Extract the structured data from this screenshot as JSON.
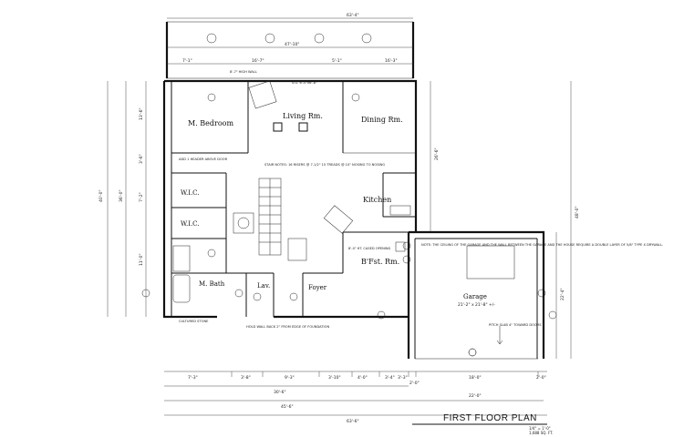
{
  "title": {
    "main": "FIRST FLOOR PLAN",
    "scale": "1/4\" = 1'-0\"",
    "area": "1,688 SQ. FT."
  },
  "rooms": {
    "bedroom": "M. Bedroom",
    "living": "Living Rm.",
    "dining": "Dining Rm.",
    "kitchen": "Kitchen",
    "wic1": "W.I.C.",
    "wic2": "W.I.C.",
    "bfst": "B'Fst. Rm.",
    "bath": "M. Bath",
    "lav": "Lav.",
    "foyer": "Foyer",
    "garage": "Garage",
    "garage_size": "21'-2\" x 21'-8\" +/-"
  },
  "dims": {
    "top_total": "63'-4\"",
    "top_sub": "47'-10\"",
    "top_segments": [
      "7'-1\"",
      "16'-7\"",
      "5'-1\"",
      "16'-3\""
    ],
    "bottom_segments": [
      "7'-3\"",
      "3'-8\"",
      "9'-3\"",
      "3'-10\"",
      "4'-0\"",
      "3'-4\"",
      "3'-3\"",
      "2'-0\"",
      "18'-0\"",
      "2'-0\""
    ],
    "bottom_mid": [
      "30'-6\"",
      "22'-0\""
    ],
    "bottom_sub": "45'-6\"",
    "bottom_total": "63'-6\"",
    "left_total": "40'-0\"",
    "left_sub": "36'-0\"",
    "right_total": "48'-0\"",
    "right_sub": "26'-6\"",
    "right_garage": "22'-4\"",
    "left_segments": [
      "13'-6\"",
      "3'-6\"",
      "7'-2\"",
      "11'-0\""
    ]
  },
  "notes": {
    "stair": "STAIR NOTES: 16 RISERS @ 7-1/2\" 15 TREADS @ 10\" NOSING TO NOSING",
    "garage_note": "NOTE: THE CEILING OF THE GARAGE AND THE WALL BETWEEN THE GARAGE AND THE HOUSE REQUIRE A DOUBLE LAYER OF 5/8\" TYPE X DRYWALL.",
    "high_wall": "8'-7\" HIGH WALL",
    "sgd_top": "S.G. 6'-0\"x6'-8\"",
    "pitch": "PITCH SLAB 4\" TOWARD DOORS",
    "cultured": "CULTURED STONE",
    "fnd": "HOLD WALL BACK 2\" FROM EDGE OF FOUNDATION",
    "cased": "8'-0\" HT. CASED OPENING",
    "add_header": "ADD 1 HEADER ABOVE DOOR"
  }
}
